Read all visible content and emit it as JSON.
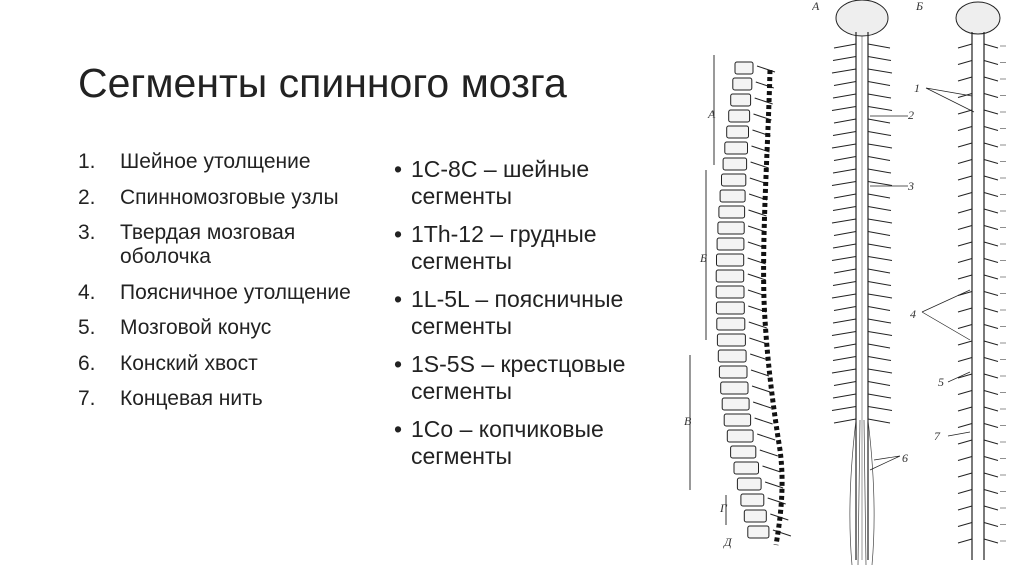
{
  "slide": {
    "title": "Сегменты спинного мозга",
    "numbered_items": [
      {
        "num": "1.",
        "text": "Шейное утолщение"
      },
      {
        "num": "2.",
        "text": "Спинномозговые узлы"
      },
      {
        "num": "3.",
        "text": "Твердая мозговая оболочка"
      },
      {
        "num": "4.",
        "text": "Поясничное утолщение"
      },
      {
        "num": "5.",
        "text": "Мозговой конус"
      },
      {
        "num": "6.",
        "text": "Конский хвост"
      },
      {
        "num": "7.",
        "text": "Концевая нить"
      }
    ],
    "bullet_glyph": "•",
    "bullet_items": [
      "1C-8C – шейные сегменты",
      "1Th-12 – грудные сегменты",
      "1L-5L – поясничные сегменты",
      "1S-5S – крестцовые сегменты",
      "1Co – копчиковые сегменты"
    ]
  },
  "figures": {
    "label_a": "А",
    "label_b": "Б",
    "spine_labels": {
      "a": "А",
      "b": "Б",
      "c": "В",
      "g": "Г",
      "d": "Д"
    },
    "callouts": [
      "1",
      "2",
      "3",
      "4",
      "5",
      "6",
      "7"
    ]
  }
}
